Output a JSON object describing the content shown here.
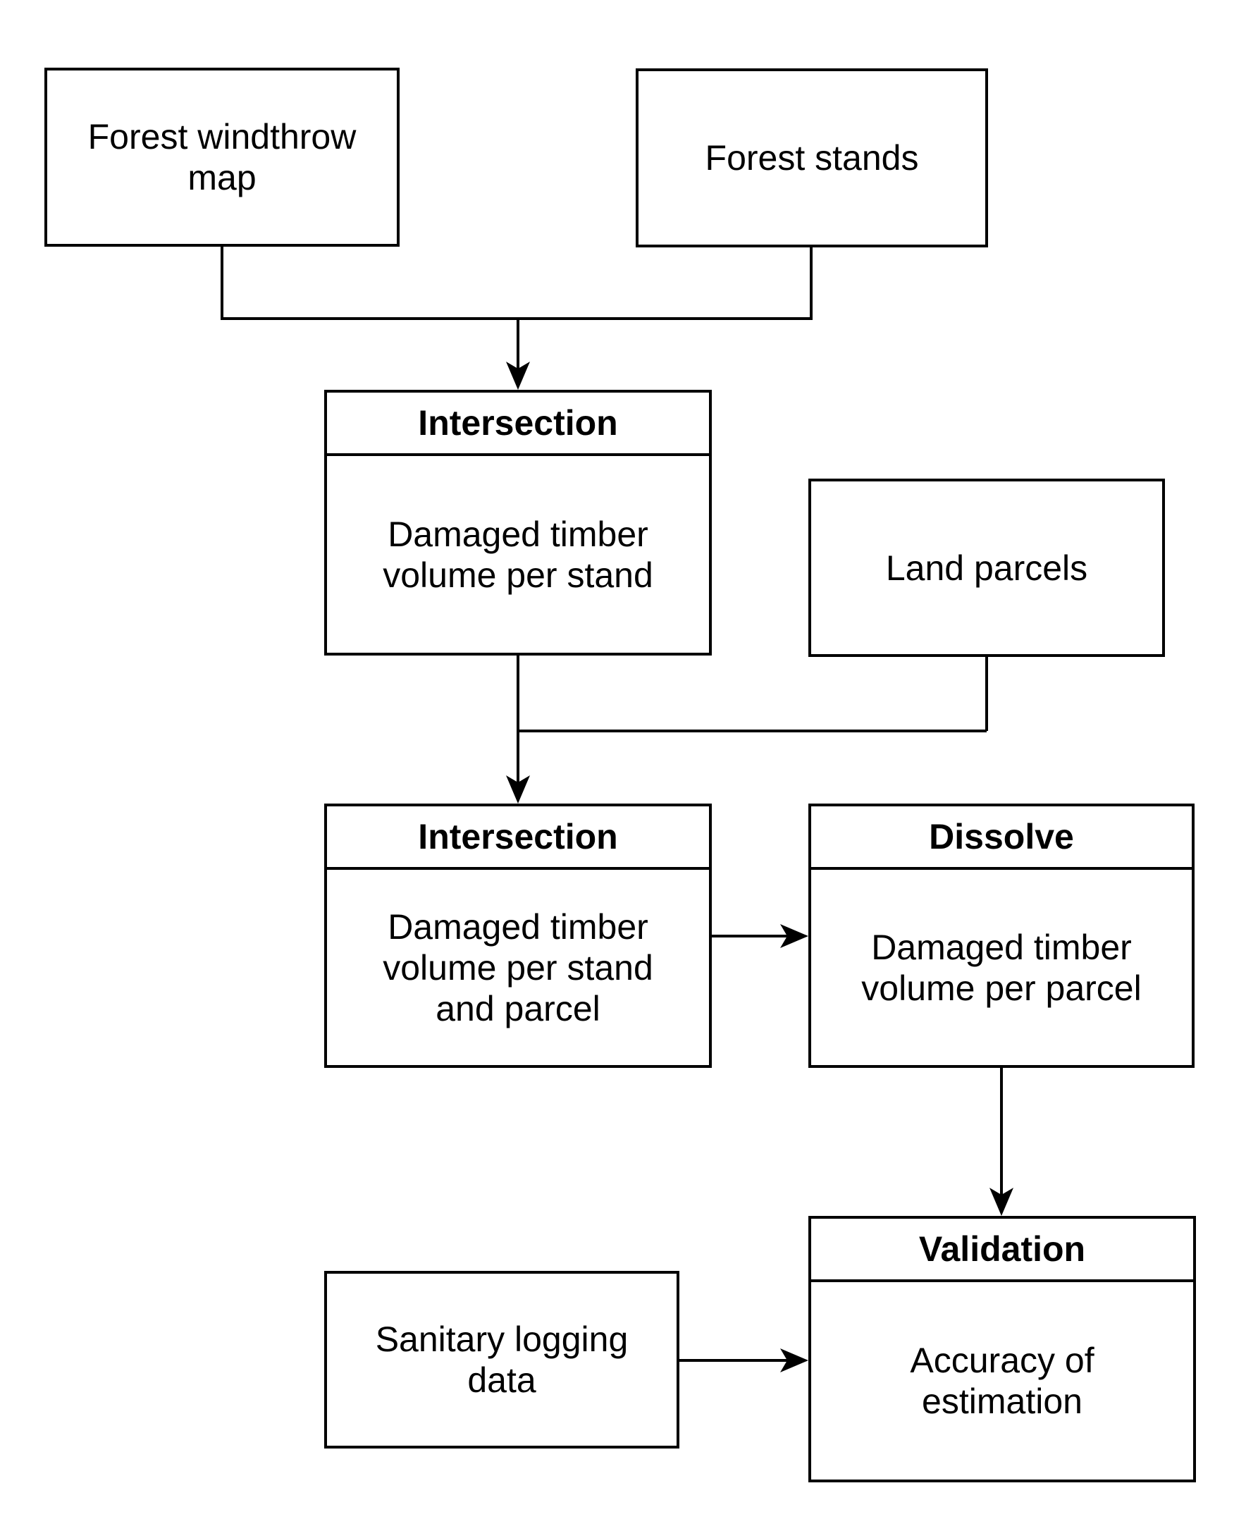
{
  "diagram": {
    "nodes": {
      "forest_windthrow_map": {
        "label": "Forest windthrow\nmap"
      },
      "forest_stands": {
        "label": "Forest stands"
      },
      "intersection_1": {
        "title": "Intersection",
        "body": "Damaged timber\nvolume per stand"
      },
      "land_parcels": {
        "label": "Land parcels"
      },
      "intersection_2": {
        "title": "Intersection",
        "body": "Damaged timber\nvolume per stand\nand parcel"
      },
      "dissolve": {
        "title": "Dissolve",
        "body": "Damaged timber\nvolume per parcel"
      },
      "validation": {
        "title": "Validation",
        "body": "Accuracy of\nestimation"
      },
      "sanitary_logging_data": {
        "label": "Sanitary logging\ndata"
      }
    },
    "colors": {
      "stroke": "#000000",
      "fill": "#ffffff",
      "text": "#000000"
    }
  }
}
